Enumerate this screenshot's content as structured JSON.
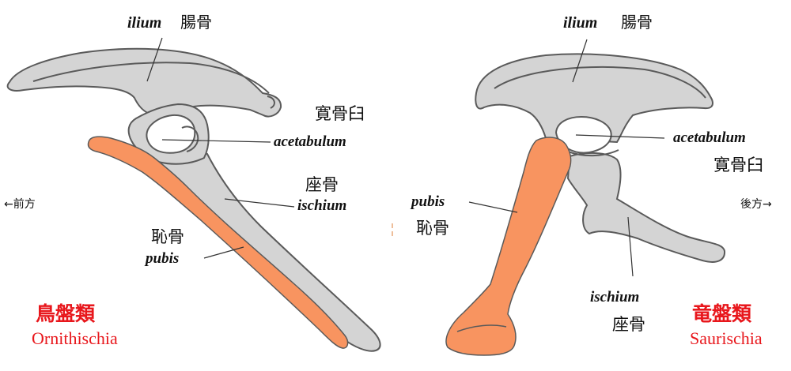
{
  "colors": {
    "bone": "#d4d4d4",
    "outline": "#5a5a5a",
    "pubis": "#f89460",
    "red_label": "#e8171c"
  },
  "left": {
    "ilium_latin": "ilium",
    "ilium_jp": "腸骨",
    "acetabulum_jp": "寛骨臼",
    "acetabulum_latin": "acetabulum",
    "ischium_jp": "座骨",
    "ischium_latin": "ischium",
    "pubis_jp": "恥骨",
    "pubis_latin": "pubis",
    "direction": "←前方",
    "group_jp": "鳥盤類",
    "group_latin": "Ornithischia"
  },
  "right": {
    "ilium_latin": "ilium",
    "ilium_jp": "腸骨",
    "acetabulum_latin": "acetabulum",
    "acetabulum_jp": "寛骨臼",
    "pubis_latin": "pubis",
    "pubis_jp": "恥骨",
    "ischium_latin": "ischium",
    "ischium_jp": "座骨",
    "direction": "後方→",
    "group_jp": "竜盤類",
    "group_latin": "Saurischia"
  }
}
